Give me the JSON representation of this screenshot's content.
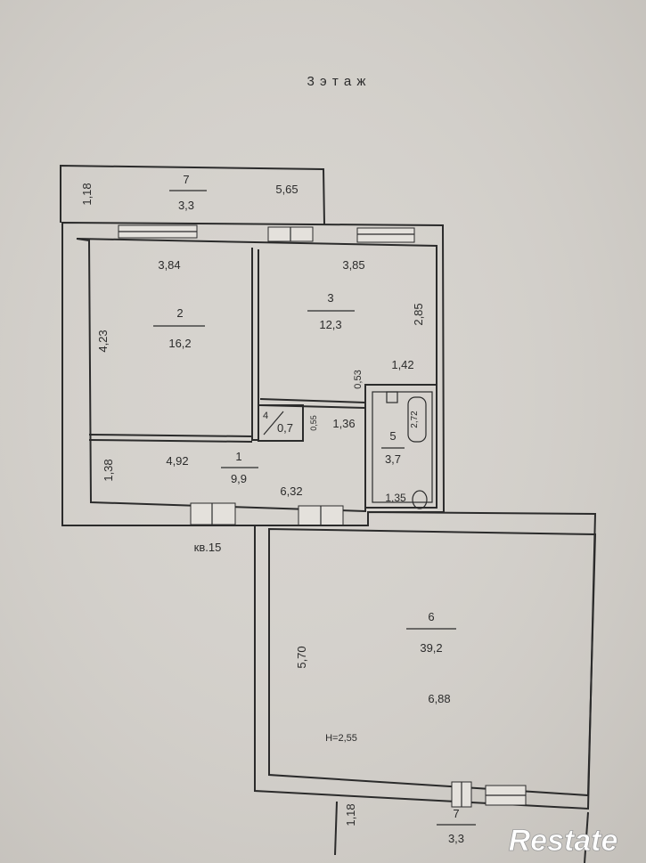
{
  "floor_title": "3 э т а ж",
  "apartment_label": "кв.15",
  "ceiling_height": "H=2,55",
  "watermark": "Restate",
  "rooms": [
    {
      "number": "7",
      "area": "3,3"
    },
    {
      "number": "2",
      "area": "16,2"
    },
    {
      "number": "3",
      "area": "12,3"
    },
    {
      "number": "4",
      "area": "0,7"
    },
    {
      "number": "1",
      "area": "9,9"
    },
    {
      "number": "5",
      "area": "3,7"
    },
    {
      "number": "6",
      "area": "39,2"
    },
    {
      "number": "7",
      "area": "3,3"
    }
  ],
  "dimensions": {
    "balcony_top_depth": "1,18",
    "balcony_top_length": "5,65",
    "room2_width": "3,84",
    "room2_depth": "4,23",
    "room3_width": "3,85",
    "room3_depth": "2,85",
    "corridor_offset": "0,53",
    "bath_width_top": "1,42",
    "closet_depth": "0,55",
    "corridor_short": "1,36",
    "bath_depth": "2,72",
    "hall_depth": "1,38",
    "hall_width": "4,92",
    "hall_length": "6,32",
    "bath_width": "1,35",
    "room6_depth": "5,70",
    "room6_width": "6,88",
    "balcony_bottom_depth": "1,18"
  }
}
